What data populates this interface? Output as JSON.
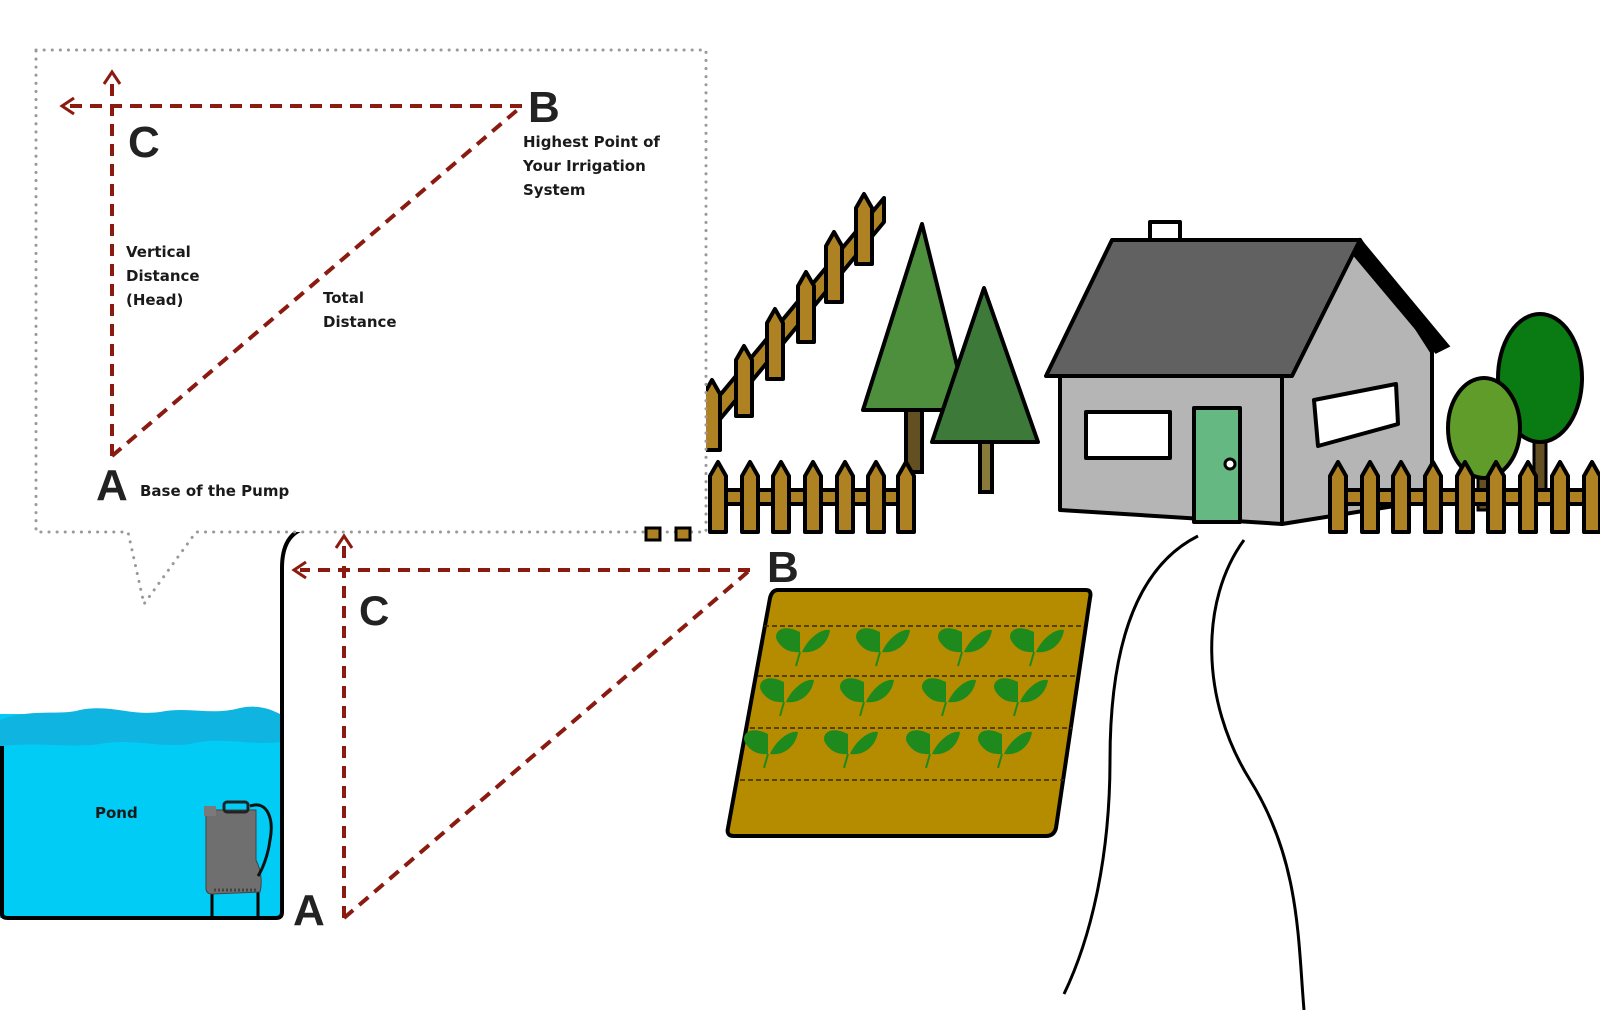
{
  "callout": {
    "point_b_letter": "B",
    "point_b_label_lines": [
      "Highest Point of",
      "Your Irrigation",
      "System"
    ],
    "point_c_letter": "C",
    "point_a_letter": "A",
    "point_a_label": "Base of the Pump",
    "vertical_label_lines": [
      "Vertical",
      "Distance",
      "(Head)"
    ],
    "total_label_lines": [
      "Total",
      "Distance"
    ]
  },
  "scene": {
    "pond_label": "Pond",
    "point_a_letter": "A",
    "point_b_letter": "B",
    "point_c_letter": "C",
    "plant_rows": 3,
    "plants_per_row": 4
  },
  "colors": {
    "measure_line": "#8b1a10",
    "water": "#00ccf5",
    "water_surface": "#0fb4e0",
    "fence": "#ae8223",
    "garden_soil": "#b58c00",
    "leaf": "#1e8a1e",
    "roof": "#616161",
    "wall": "#b5b5b5",
    "door": "#66b882",
    "pine_light": "#4e8f3e",
    "pine_dark": "#3d7a3a",
    "round_tree_light": "#5f9c2a",
    "round_tree_dark": "#0a7a12"
  }
}
